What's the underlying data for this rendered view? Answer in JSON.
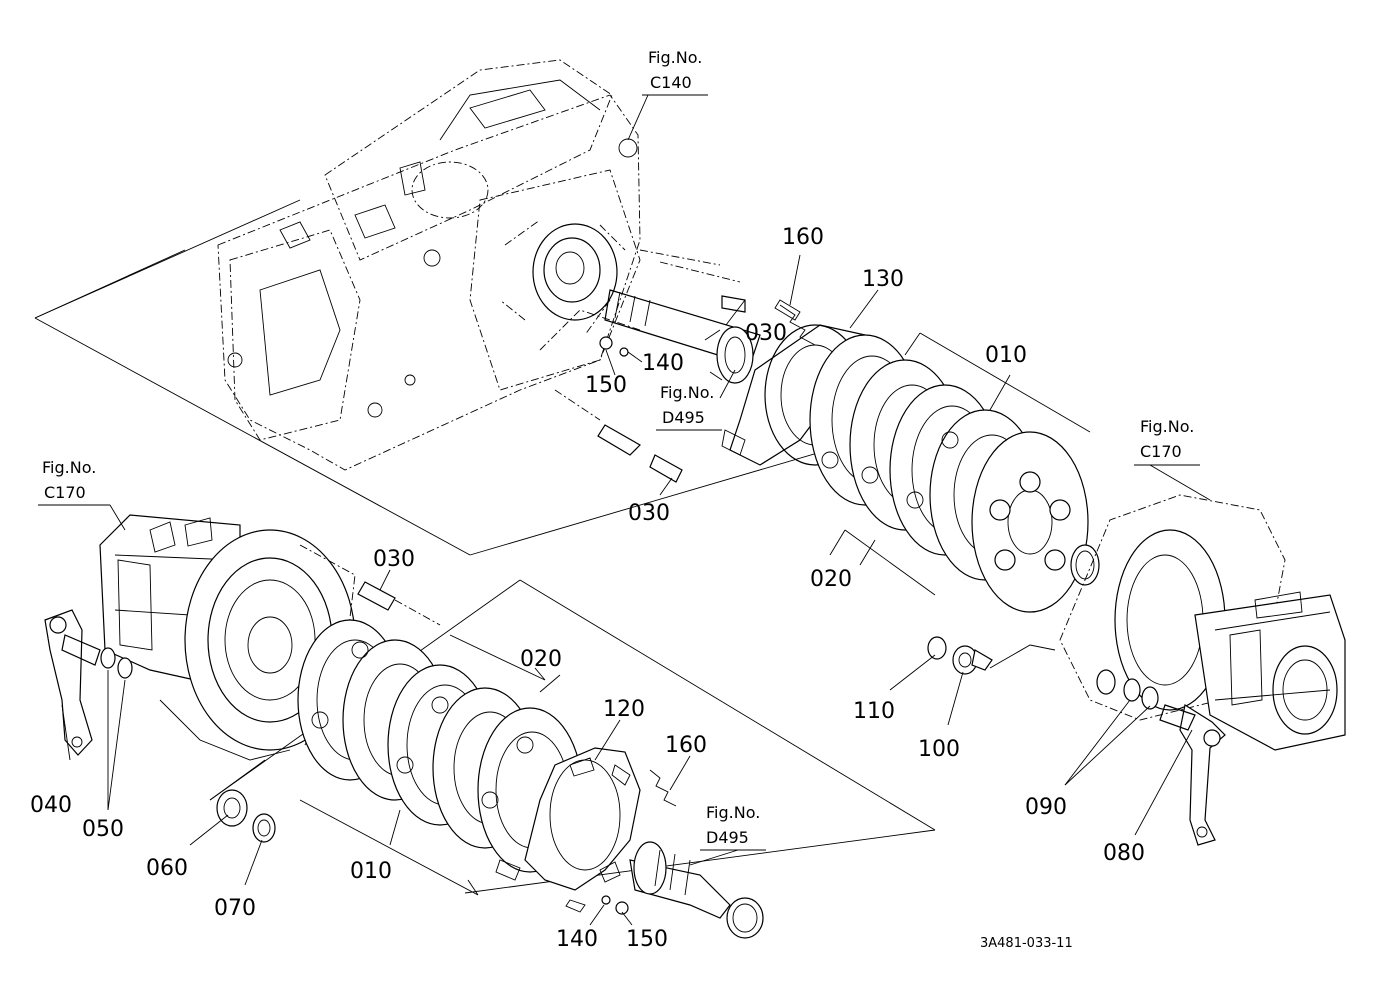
{
  "labels": {
    "fig_no": "Fig.No.",
    "fig_c140": "C140",
    "fig_d495": "D495",
    "fig_c170": "C170",
    "p010": "010",
    "p020": "020",
    "p030": "030",
    "p040": "040",
    "p050": "050",
    "p060": "060",
    "p070": "070",
    "p080": "080",
    "p090": "090",
    "p100": "100",
    "p110": "110",
    "p120": "120",
    "p130": "130",
    "p140": "140",
    "p150": "150",
    "p160": "160"
  },
  "drawing_code": "3A481-033-11"
}
